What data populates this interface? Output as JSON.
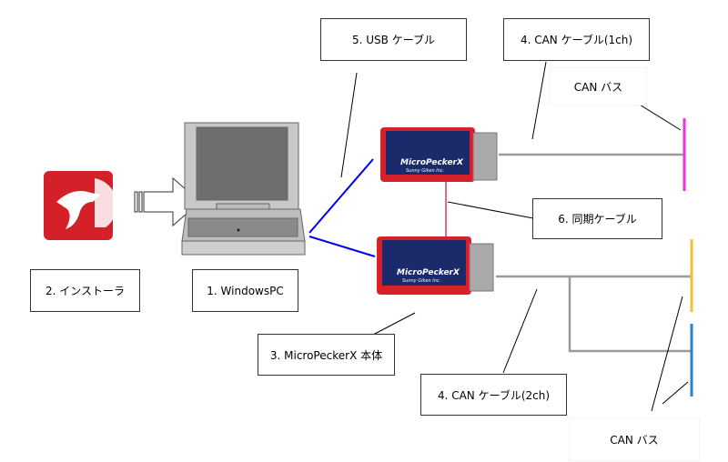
{
  "labels": {
    "usb_cable": "5. USB ケーブル",
    "can_cable_1ch": "4. CAN ケーブル(1ch)",
    "can_bus_top": "CAN バス",
    "sync_cable": "6. 同期ケーブル",
    "installer": "2. インストーラ",
    "windows_pc": "1. WindowsPC",
    "micropecker_unit": "3. MicroPeckerX 本体",
    "can_cable_2ch": "4. CAN ケーブル(2ch)",
    "can_bus_bottom": "CAN バス"
  },
  "device": {
    "logo_text": "MicroPeckerX",
    "maker_text": "Sunny Giken Inc."
  },
  "colors": {
    "usb_cable": "#0000ee",
    "can_cable": "#999999",
    "sync_cable": "#c0406a",
    "bus_1ch": "#ee33dd",
    "bus_2ch_a": "#f5c030",
    "bus_2ch_b": "#2a7fd0",
    "device_body": "#d8202a",
    "installer_icon": "#d42028"
  }
}
